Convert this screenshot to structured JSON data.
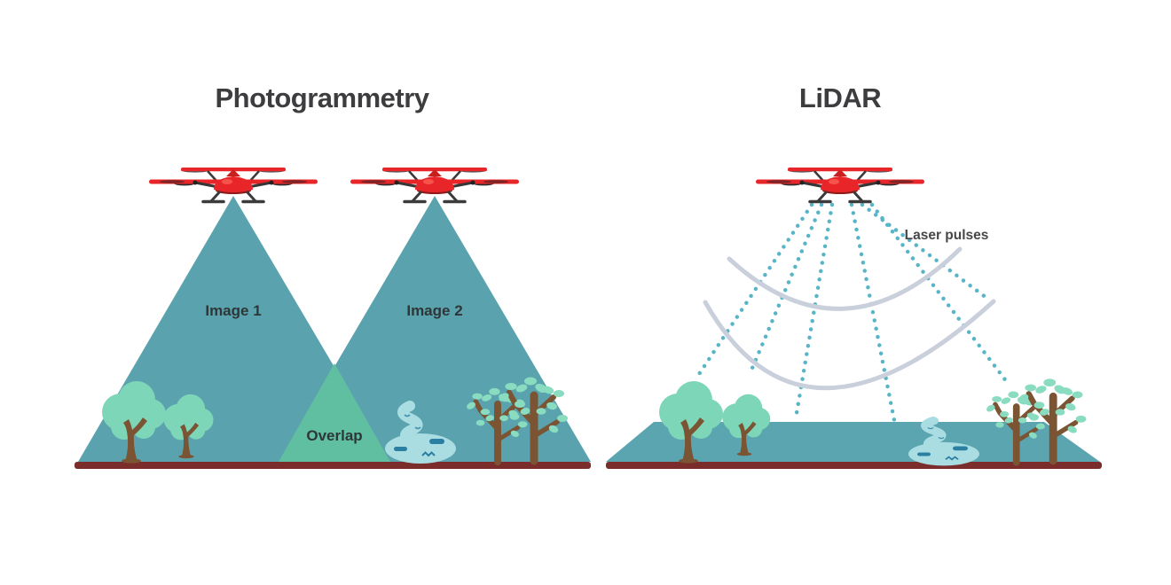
{
  "left_panel": {
    "title": "Photogrammetry",
    "image1_label": "Image 1",
    "image2_label": "Image 2",
    "overlap_label": "Overlap"
  },
  "right_panel": {
    "title": "LiDAR",
    "laser_pulses_label": "Laser pulses"
  },
  "icons": {
    "drone": "drone-icon",
    "round_tree": "round-tree-icon",
    "branch_tree": "branch-tree-icon",
    "river": "river-icon",
    "laser_ray": "laser-ray-dotted",
    "echo_arc": "echo-arc"
  },
  "colors": {
    "background": "#ffffff",
    "title_text": "#3d3d3f",
    "label_text": "#2e3638",
    "laser_label_text": "#47474a",
    "cone": "#5aa3ae",
    "overlap": "#60bfa0",
    "ground": "#5ba5b0",
    "ground_base": "#7a2d2b",
    "foliage": "#7ed6b8",
    "leaf": "#8adcc0",
    "trunk": "#7a5433",
    "river": "#a9dde2",
    "river_detail": "#2b7fa0",
    "laser_dot": "#58b5c7",
    "arc": "#c9cfdb",
    "drone_red": "#e8262a",
    "drone_red_dark": "#c81f1f",
    "drone_dark": "#3b3b3b"
  }
}
